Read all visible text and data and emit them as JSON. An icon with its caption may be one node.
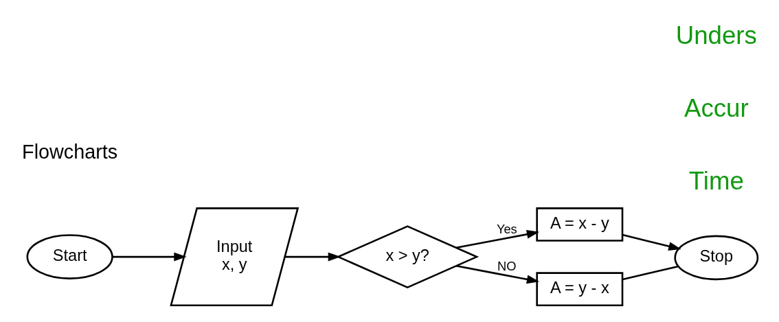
{
  "diagram": {
    "nodes": [
      {
        "text": [
          "Start"
        ]
      },
      {
        "text": [
          "Input",
          "x, y"
        ]
      },
      {
        "text": [
          "x > y?"
        ]
      },
      {
        "text": [
          "A = x - y"
        ]
      },
      {
        "text": [
          "A = y - x"
        ]
      },
      {
        "text": [
          "Stop"
        ]
      }
    ],
    "edges": [
      {
        "from": 0,
        "to": 1,
        "arrow": "to"
      },
      {
        "from": 1,
        "to": 2,
        "arrow": "to"
      },
      {
        "from": 2,
        "to": 3,
        "arrow": "to",
        "label": "Yes"
      },
      {
        "from": 2,
        "to": 4,
        "arrow": "to",
        "label": "NO"
      },
      {
        "from": 3,
        "to": 5,
        "arrow": "to"
      },
      {
        "from": 4,
        "to": 5,
        "arrow": "none"
      }
    ],
    "labels": [
      "Flowcharts",
      "Time",
      "Accur",
      "Unders"
    ]
  }
}
